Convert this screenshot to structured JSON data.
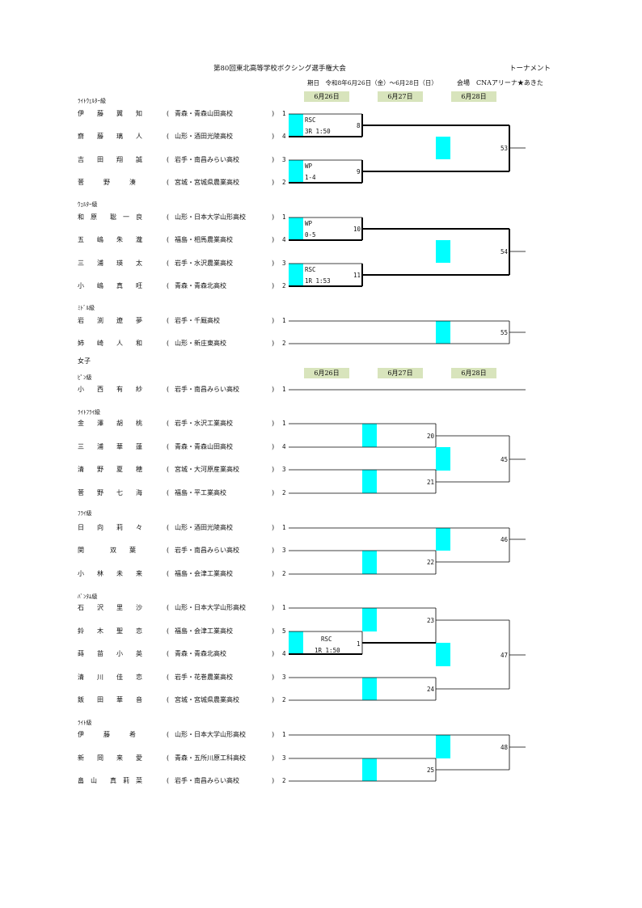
{
  "header": {
    "title": "第80回東北高等学校ボクシング選手権大会",
    "tournament": "トーナメント",
    "period": "期日　令和8年6月26日（金）～6月28日（日）",
    "venue": "会場　CNAアリーナ★あきた"
  },
  "date_headers_1": [
    "6月26日",
    "6月27日",
    "6月28日"
  ],
  "date_headers_2": [
    "6月26日",
    "6月27日",
    "6月28日"
  ],
  "women_label": "女子",
  "sections": [
    {
      "key": "lw",
      "name": "ﾗｲﾄｳｪﾙﾀｰ級",
      "players": [
        {
          "name": "伊　　藤　　翼　　知",
          "pref": "青森",
          "school": "・青森山田高校",
          "draw": "1"
        },
        {
          "name": "齋　　藤　　璃　　人",
          "pref": "山形",
          "school": "・酒田光陵高校",
          "draw": "4"
        },
        {
          "name": "吉　　田　　翔　　誠",
          "pref": "岩手",
          "school": "・南昌みらい高校",
          "draw": "3"
        },
        {
          "name": "菅　　　野　　　湊",
          "pref": "宮城",
          "school": "・宮城県農業高校",
          "draw": "2"
        }
      ]
    },
    {
      "key": "w",
      "name": "ｳｪﾙﾀｰ級",
      "players": [
        {
          "name": "和　原　　聡　一　良",
          "pref": "山形",
          "school": "・日本大学山形高校",
          "draw": "1"
        },
        {
          "name": "五　　嶋　　朱　　瀧",
          "pref": "福島",
          "school": "・相馬農業高校",
          "draw": "4"
        },
        {
          "name": "三　　浦　　瑛　　太",
          "pref": "岩手",
          "school": "・水沢農業高校",
          "draw": "3"
        },
        {
          "name": "小　　嶋　　真　　旺",
          "pref": "青森",
          "school": "・青森北高校",
          "draw": "2"
        }
      ]
    },
    {
      "key": "m",
      "name": "ﾐﾄﾞﾙ級",
      "players": [
        {
          "name": "岩　　渕　　遼　　夢",
          "pref": "岩手",
          "school": "・千厩高校",
          "draw": "1"
        },
        {
          "name": "姉　　崎　　人　　和",
          "pref": "山形",
          "school": "・新庄東高校",
          "draw": "2"
        }
      ]
    },
    {
      "key": "pin",
      "name": "ﾋﾟﾝ級",
      "players": [
        {
          "name": "小　　西　　有　　紗",
          "pref": "岩手",
          "school": "・南昌みらい高校",
          "draw": "1"
        }
      ]
    },
    {
      "key": "lf",
      "name": "ﾗｲﾄﾌﾗｲ級",
      "players": [
        {
          "name": "金　　澤　　胡　　桃",
          "pref": "岩手",
          "school": "・水沢工業高校",
          "draw": "1"
        },
        {
          "name": "三　　浦　　華　　蓮",
          "pref": "青森",
          "school": "・青森山田高校",
          "draw": "4"
        },
        {
          "name": "清　　野　　夏　　穂",
          "pref": "宮城",
          "school": "・大河原産業高校",
          "draw": "3"
        },
        {
          "name": "菅　　野　　七　　海",
          "pref": "福島",
          "school": "・平工業高校",
          "draw": "2"
        }
      ]
    },
    {
      "key": "fly",
      "name": "ﾌﾗｲ級",
      "players": [
        {
          "name": "日　　向　　莉　　々",
          "pref": "山形",
          "school": "・酒田光陵高校",
          "draw": "1"
        },
        {
          "name": "関　　　　双　　葉",
          "pref": "岩手",
          "school": "・南昌みらい高校",
          "draw": "3"
        },
        {
          "name": "小　　林　　未　　来",
          "pref": "福島",
          "school": "・会津工業高校",
          "draw": "2"
        }
      ]
    },
    {
      "key": "ban",
      "name": "ﾊﾞﾝﾀﾑ級",
      "players": [
        {
          "name": "石　　沢　　里　　沙",
          "pref": "山形",
          "school": "・日本大学山形高校",
          "draw": "1"
        },
        {
          "name": "鈴　　木　　聖　　恋",
          "pref": "福島",
          "school": "・会津工業高校",
          "draw": "5"
        },
        {
          "name": "蒔　　苗　　小　　英",
          "pref": "青森",
          "school": "・青森北高校",
          "draw": "4"
        },
        {
          "name": "清　　川　　佳　　恋",
          "pref": "岩手",
          "school": "・花巻農業高校",
          "draw": "3"
        },
        {
          "name": "飯　　田　　華　　音",
          "pref": "宮城",
          "school": "・宮城県農業高校",
          "draw": "2"
        }
      ]
    },
    {
      "key": "light",
      "name": "ﾗｲﾄ級",
      "players": [
        {
          "name": "伊　　　藤　　　希",
          "pref": "山形",
          "school": "・日本大学山形高校",
          "draw": "1"
        },
        {
          "name": "新　　岡　　来　　愛",
          "pref": "青森",
          "school": "・五所川原工科高校",
          "draw": "3"
        },
        {
          "name": "畠　山　　真　莉　菜",
          "pref": "岩手",
          "school": "・南昌みらい高校",
          "draw": "2"
        }
      ]
    }
  ],
  "results": [
    {
      "key": "r1",
      "line1": "RSC",
      "line2": "3R 1:50"
    },
    {
      "key": "r2",
      "line1": "WP",
      "line2": "1-4"
    },
    {
      "key": "r3",
      "line1": "WP",
      "line2": "0-5"
    },
    {
      "key": "r4",
      "line1": "RSC",
      "line2": "1R 1:53"
    },
    {
      "key": "r5",
      "line1": "RSC",
      "line2": "1R 1:50"
    }
  ],
  "bout_numbers": {
    "b8": "8",
    "b9": "9",
    "b10": "10",
    "b11": "11",
    "b53": "53",
    "b54": "54",
    "b55": "55",
    "b20": "20",
    "b21": "21",
    "b45": "45",
    "b46": "46",
    "b22": "22",
    "b23": "23",
    "b1": "1",
    "b24": "24",
    "b47": "47",
    "b48": "48",
    "b25": "25"
  },
  "colors": {
    "highlight": "#00ffff",
    "date_bg": "#d8e4bc",
    "line": "#000000"
  }
}
